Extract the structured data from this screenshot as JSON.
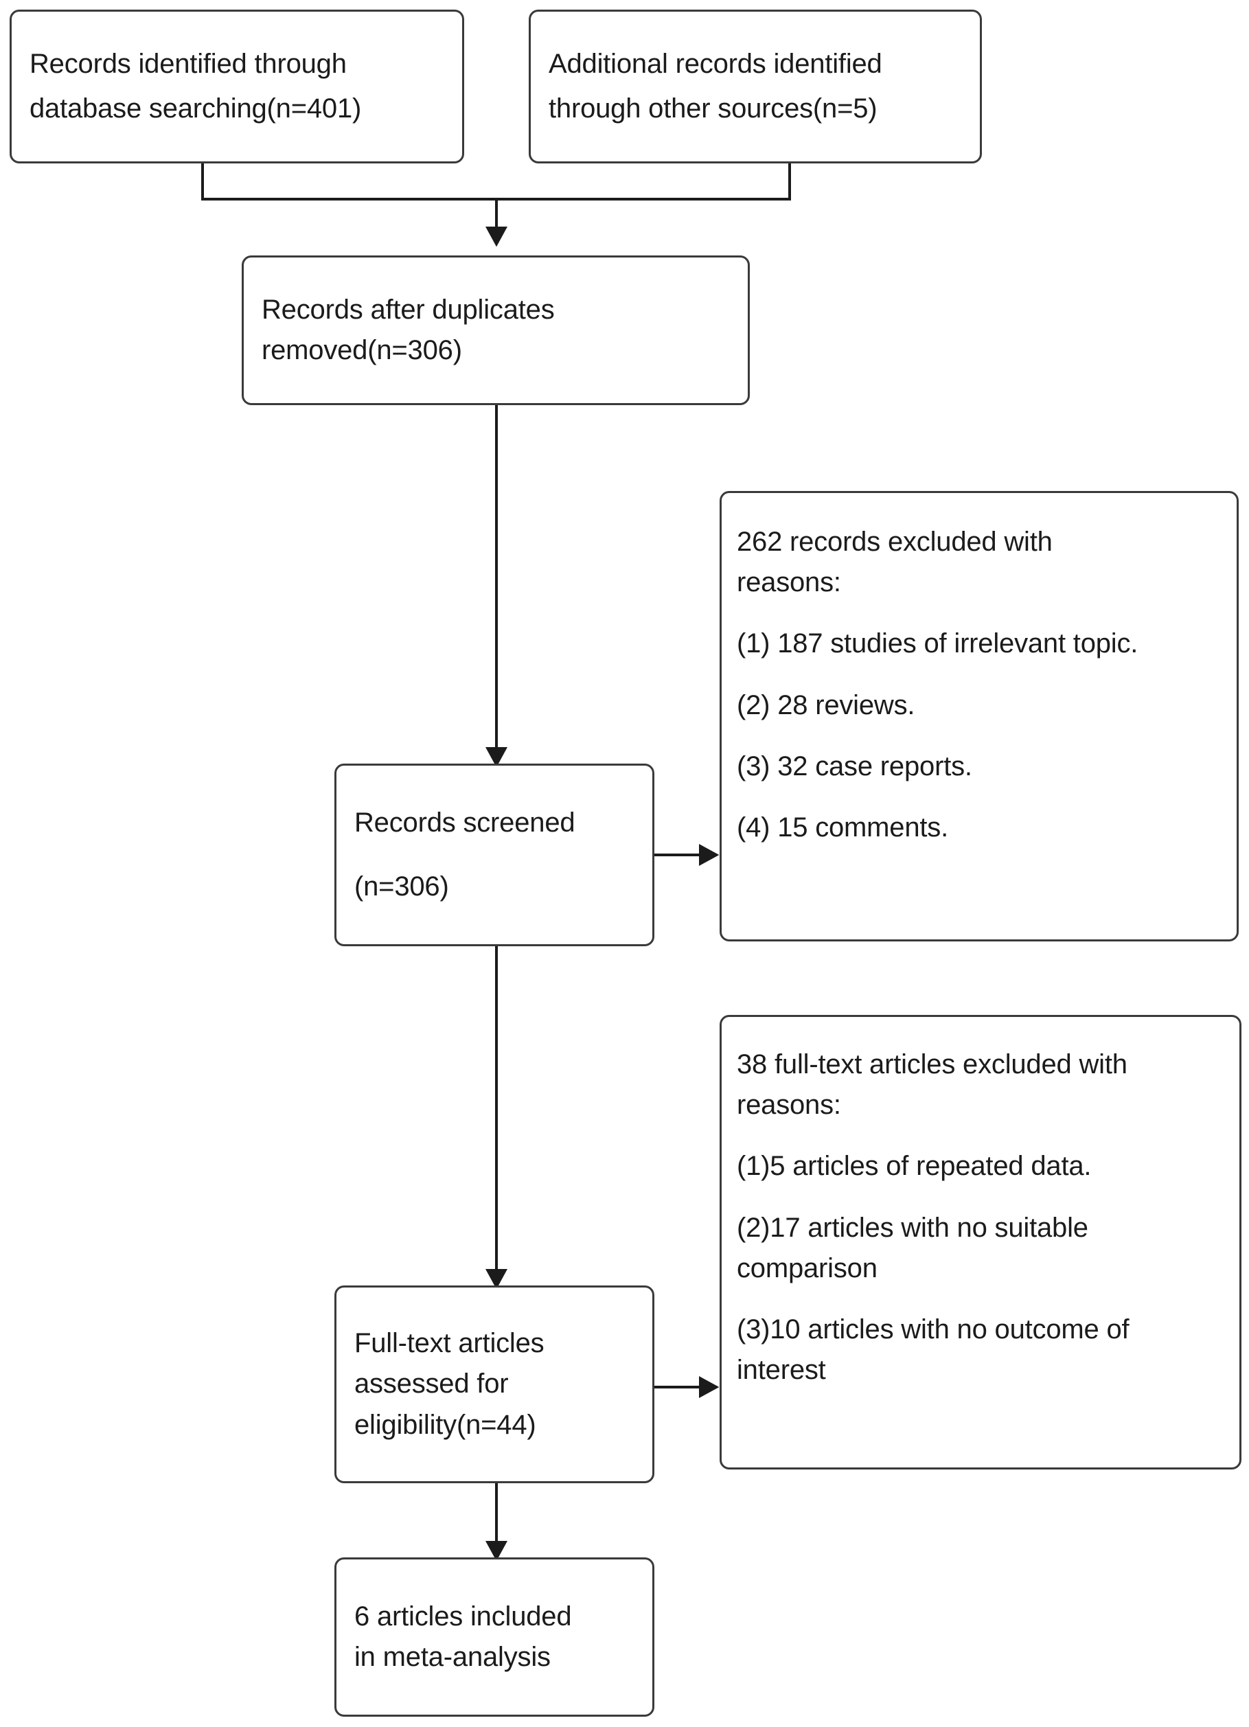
{
  "diagram": {
    "type": "prisma-flow-diagram",
    "title": "PRISMA study selection flow diagram",
    "background_color": "#ffffff",
    "border_color": "#3a3a3a",
    "text_color": "#1b1b1b"
  },
  "nodes": {
    "identification_database": {
      "name": "records-identified-database",
      "lines": [
        "Records identified through",
        "database searching(n=401)"
      ],
      "count": 401
    },
    "identification_other": {
      "name": "records-identified-other",
      "lines": [
        "Additional records identified",
        "through other sources(n=5)"
      ],
      "count": 5
    },
    "duplicates_removed": {
      "name": "records-after-duplicates-removed",
      "lines": [
        "Records after duplicates",
        "removed(n=306)"
      ],
      "count": 306
    },
    "records_screened": {
      "name": "records-screened",
      "lines": [
        "Records screened",
        "(n=306)"
      ],
      "count": 306
    },
    "records_excluded": {
      "name": "records-excluded-with-reasons",
      "heading": [
        "262 records excluded with",
        "reasons:"
      ],
      "count": 262,
      "reasons": [
        "(1) 187 studies of irrelevant topic.",
        "(2) 28 reviews.",
        "(3) 32 case reports.",
        "(4) 15 comments."
      ]
    },
    "fulltext_assessed": {
      "name": "full-text-articles-assessed",
      "lines": [
        "Full-text articles",
        "assessed for",
        "eligibility(n=44)"
      ],
      "count": 44
    },
    "fulltext_excluded": {
      "name": "full-text-articles-excluded-with-reasons",
      "heading": [
        "38 full-text articles excluded with",
        "reasons:"
      ],
      "count": 38,
      "reasons": [
        "(1)5 articles of repeated data.",
        "(2)17 articles with no suitable",
        "comparison",
        "(3)10 articles with no outcome of",
        "interest"
      ]
    },
    "included": {
      "name": "articles-included-in-meta-analysis",
      "lines": [
        "6 articles included",
        "in meta-analysis"
      ],
      "count": 6
    }
  }
}
